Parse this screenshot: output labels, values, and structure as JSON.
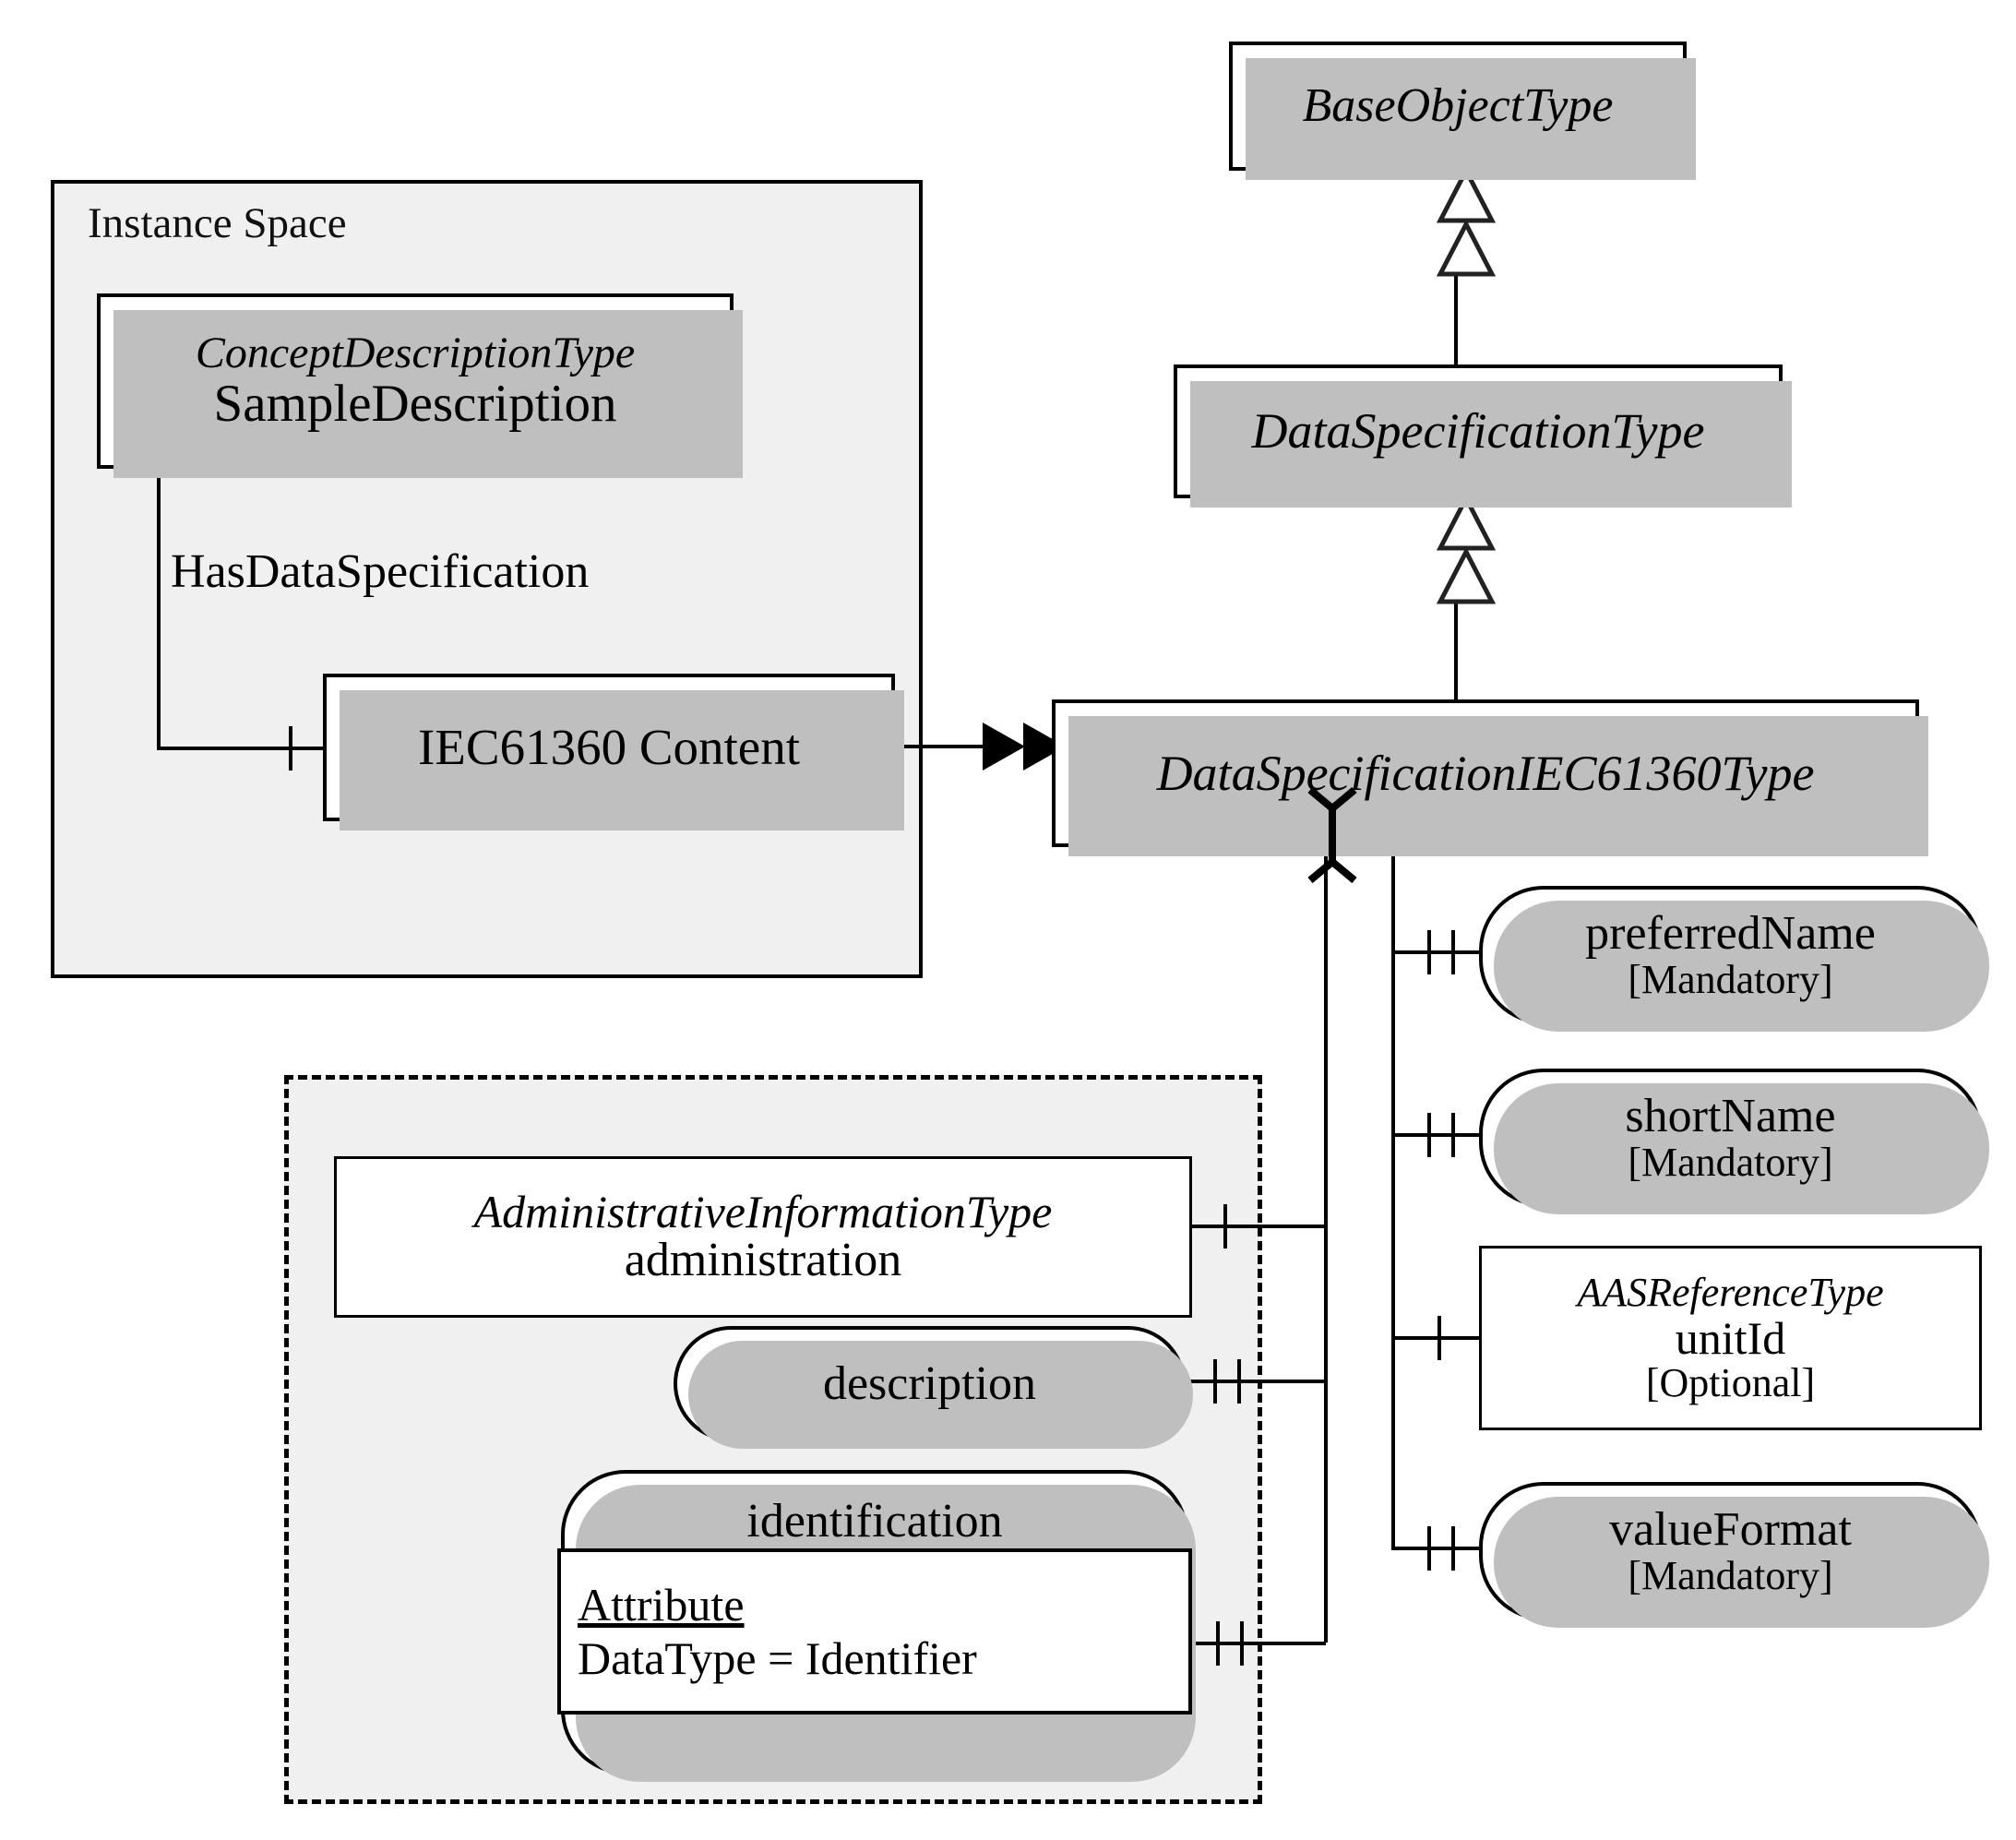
{
  "diagram": {
    "title": "AAS ConceptDescription / DataSpecificationIEC61360 OPC UA information model",
    "groups": [
      {
        "id": "instance-space",
        "label": "Instance Space",
        "style": "solid"
      },
      {
        "id": "administrative-group",
        "label": "",
        "style": "dashed"
      }
    ],
    "type_nodes": {
      "base_object_type": {
        "type_label": "BaseObjectType",
        "name": ""
      },
      "data_specification_type": {
        "type_label": "DataSpecificationType",
        "name": ""
      },
      "data_specification_iec61360_type": {
        "type_label": "DataSpecificationIEC61360Type",
        "name": ""
      }
    },
    "instance_nodes": {
      "sample_description": {
        "type_label": "ConceptDescriptionType",
        "name": "SampleDescription"
      },
      "iec61360_content": {
        "name": "IEC61360 Content"
      }
    },
    "relations": {
      "has_data_specification": "HasDataSpecification"
    },
    "iec61360_children": [
      {
        "id": "preferred-name",
        "type_label": "",
        "name": "preferredName",
        "cardinality": "[Mandatory]",
        "shape": "rounded",
        "connector": "hasProperty"
      },
      {
        "id": "short-name",
        "type_label": "",
        "name": "shortName",
        "cardinality": "[Mandatory]",
        "shape": "rounded",
        "connector": "hasProperty"
      },
      {
        "id": "unit-id",
        "type_label": "AASReferenceType",
        "name": "unitId",
        "cardinality": "[Optional]",
        "shape": "rect",
        "connector": "hasComponent"
      },
      {
        "id": "value-format",
        "type_label": "",
        "name": "valueFormat",
        "cardinality": "[Mandatory]",
        "shape": "rounded",
        "connector": "hasProperty"
      }
    ],
    "administrative_children": [
      {
        "id": "administration",
        "type_label": "AdministrativeInformationType",
        "name": "administration",
        "shape": "rect",
        "connector": "hasComponent"
      },
      {
        "id": "description",
        "type_label": "",
        "name": "description",
        "shape": "rounded",
        "connector": "hasProperty"
      },
      {
        "id": "identification",
        "type_label": "",
        "name": "identification",
        "shape": "rounded",
        "connector": "hasProperty",
        "attribute": {
          "heading": "Attribute",
          "value": "DataType = Identifier"
        }
      }
    ],
    "colors": {
      "group_fill": "#f0f0f0",
      "node_fill": "#ffffff",
      "shadow": "#bfbfbf",
      "stroke": "#000000"
    },
    "legend": {
      "generalization": "hollow-triangle-arrow",
      "type_reference": "double-solid-arrow",
      "has_component": "single-tick",
      "has_property": "double-tick"
    }
  }
}
